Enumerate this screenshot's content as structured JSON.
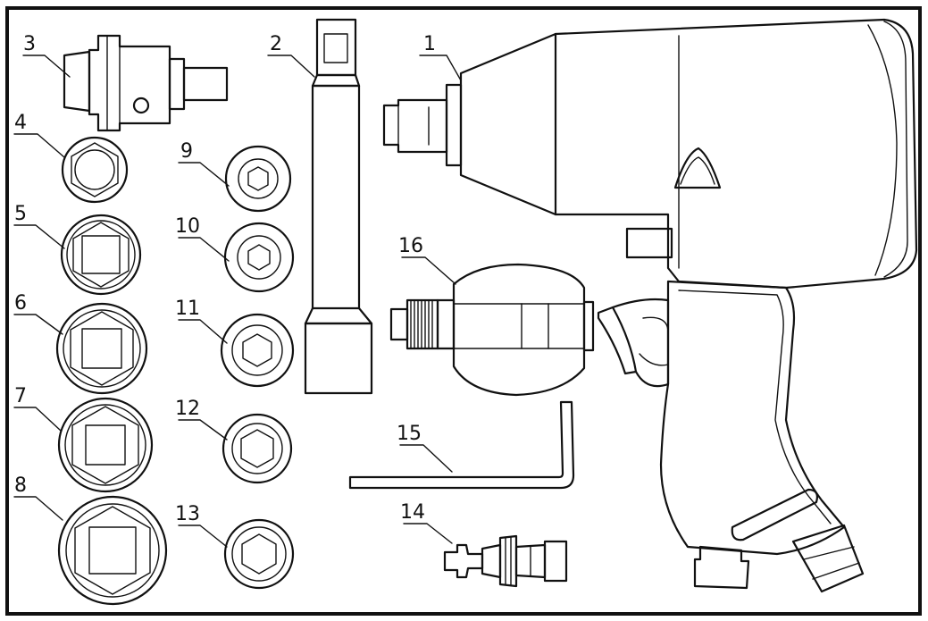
{
  "figure": {
    "part_numbers": [
      "1",
      "2",
      "3",
      "4",
      "5",
      "6",
      "7",
      "8",
      "9",
      "10",
      "11",
      "12",
      "13",
      "14",
      "15",
      "16"
    ]
  }
}
